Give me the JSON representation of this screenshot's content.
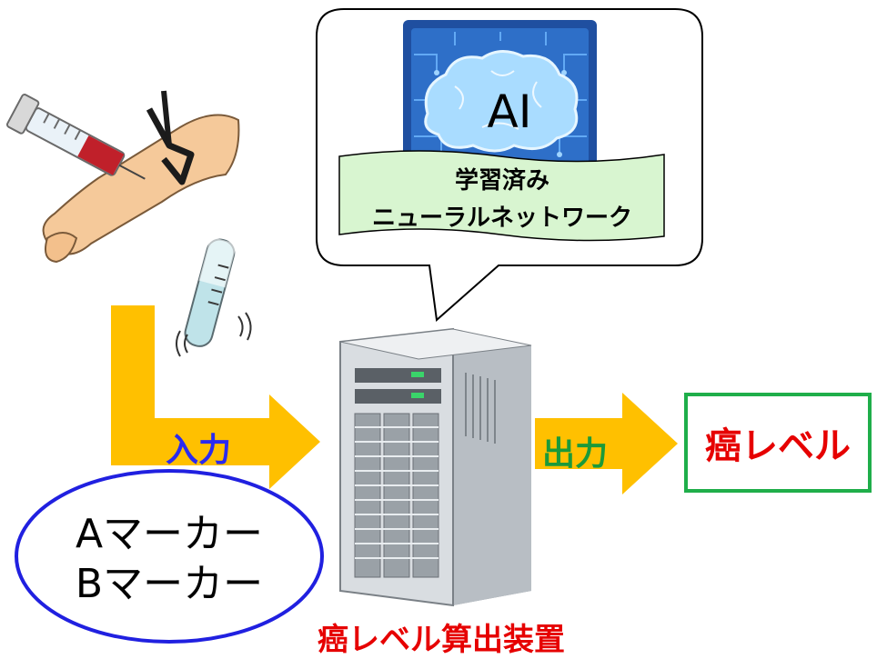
{
  "speech_bubble": {
    "ai_label": "AI",
    "banner_line1": "学習済み",
    "banner_line2": "ニューラルネットワーク"
  },
  "arrows": {
    "input_label": "入力",
    "output_label": "出力"
  },
  "result": {
    "label": "癌レベル"
  },
  "markers": {
    "line1": "Aマーカー",
    "line2": "Bマーカー"
  },
  "device": {
    "caption": "癌レベル算出装置"
  },
  "colors": {
    "arrow": "#FFC000",
    "input_text": "#2A2AF0",
    "output_text": "#1A9A3A",
    "result_border": "#1FAE4A",
    "result_text": "#E60000",
    "ellipse_border": "#2020E0",
    "banner_fill": "#D8F5D0"
  },
  "icons": [
    "syringe-icon",
    "arm-icon",
    "test-tube-icon",
    "server-icon",
    "brain-chip-icon"
  ]
}
